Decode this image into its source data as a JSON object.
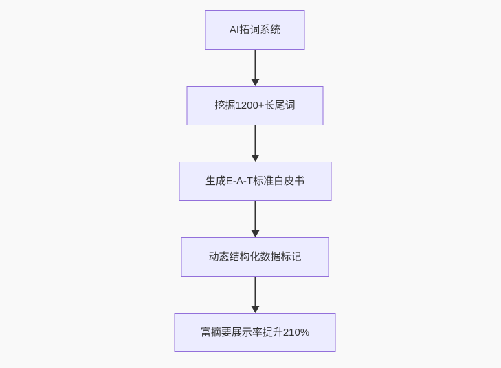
{
  "background": "#f9f9f9",
  "theme": {
    "node_fill": "#ECECFF",
    "node_border": "#9370DB",
    "text_color": "#333333",
    "arrow_color": "#333333"
  },
  "flowchart": {
    "type": "flowchart-top-down",
    "nodes": [
      {
        "id": "n1",
        "label": "AI拓词系统"
      },
      {
        "id": "n2",
        "label": "挖掘1200+长尾词"
      },
      {
        "id": "n3",
        "label": "生成E-A-T标准白皮书"
      },
      {
        "id": "n4",
        "label": "动态结构化数据标记"
      },
      {
        "id": "n5",
        "label": "富摘要展示率提升210%"
      }
    ],
    "edges": [
      {
        "from": "AI拓词系统",
        "to": "挖掘1200+长尾词"
      },
      {
        "from": "挖掘1200+长尾词",
        "to": "生成E-A-T标准白皮书"
      },
      {
        "from": "生成E-A-T标准白皮书",
        "to": "动态结构化数据标记"
      },
      {
        "from": "动态结构化数据标记",
        "to": "富摘要展示率提升210%"
      }
    ]
  }
}
